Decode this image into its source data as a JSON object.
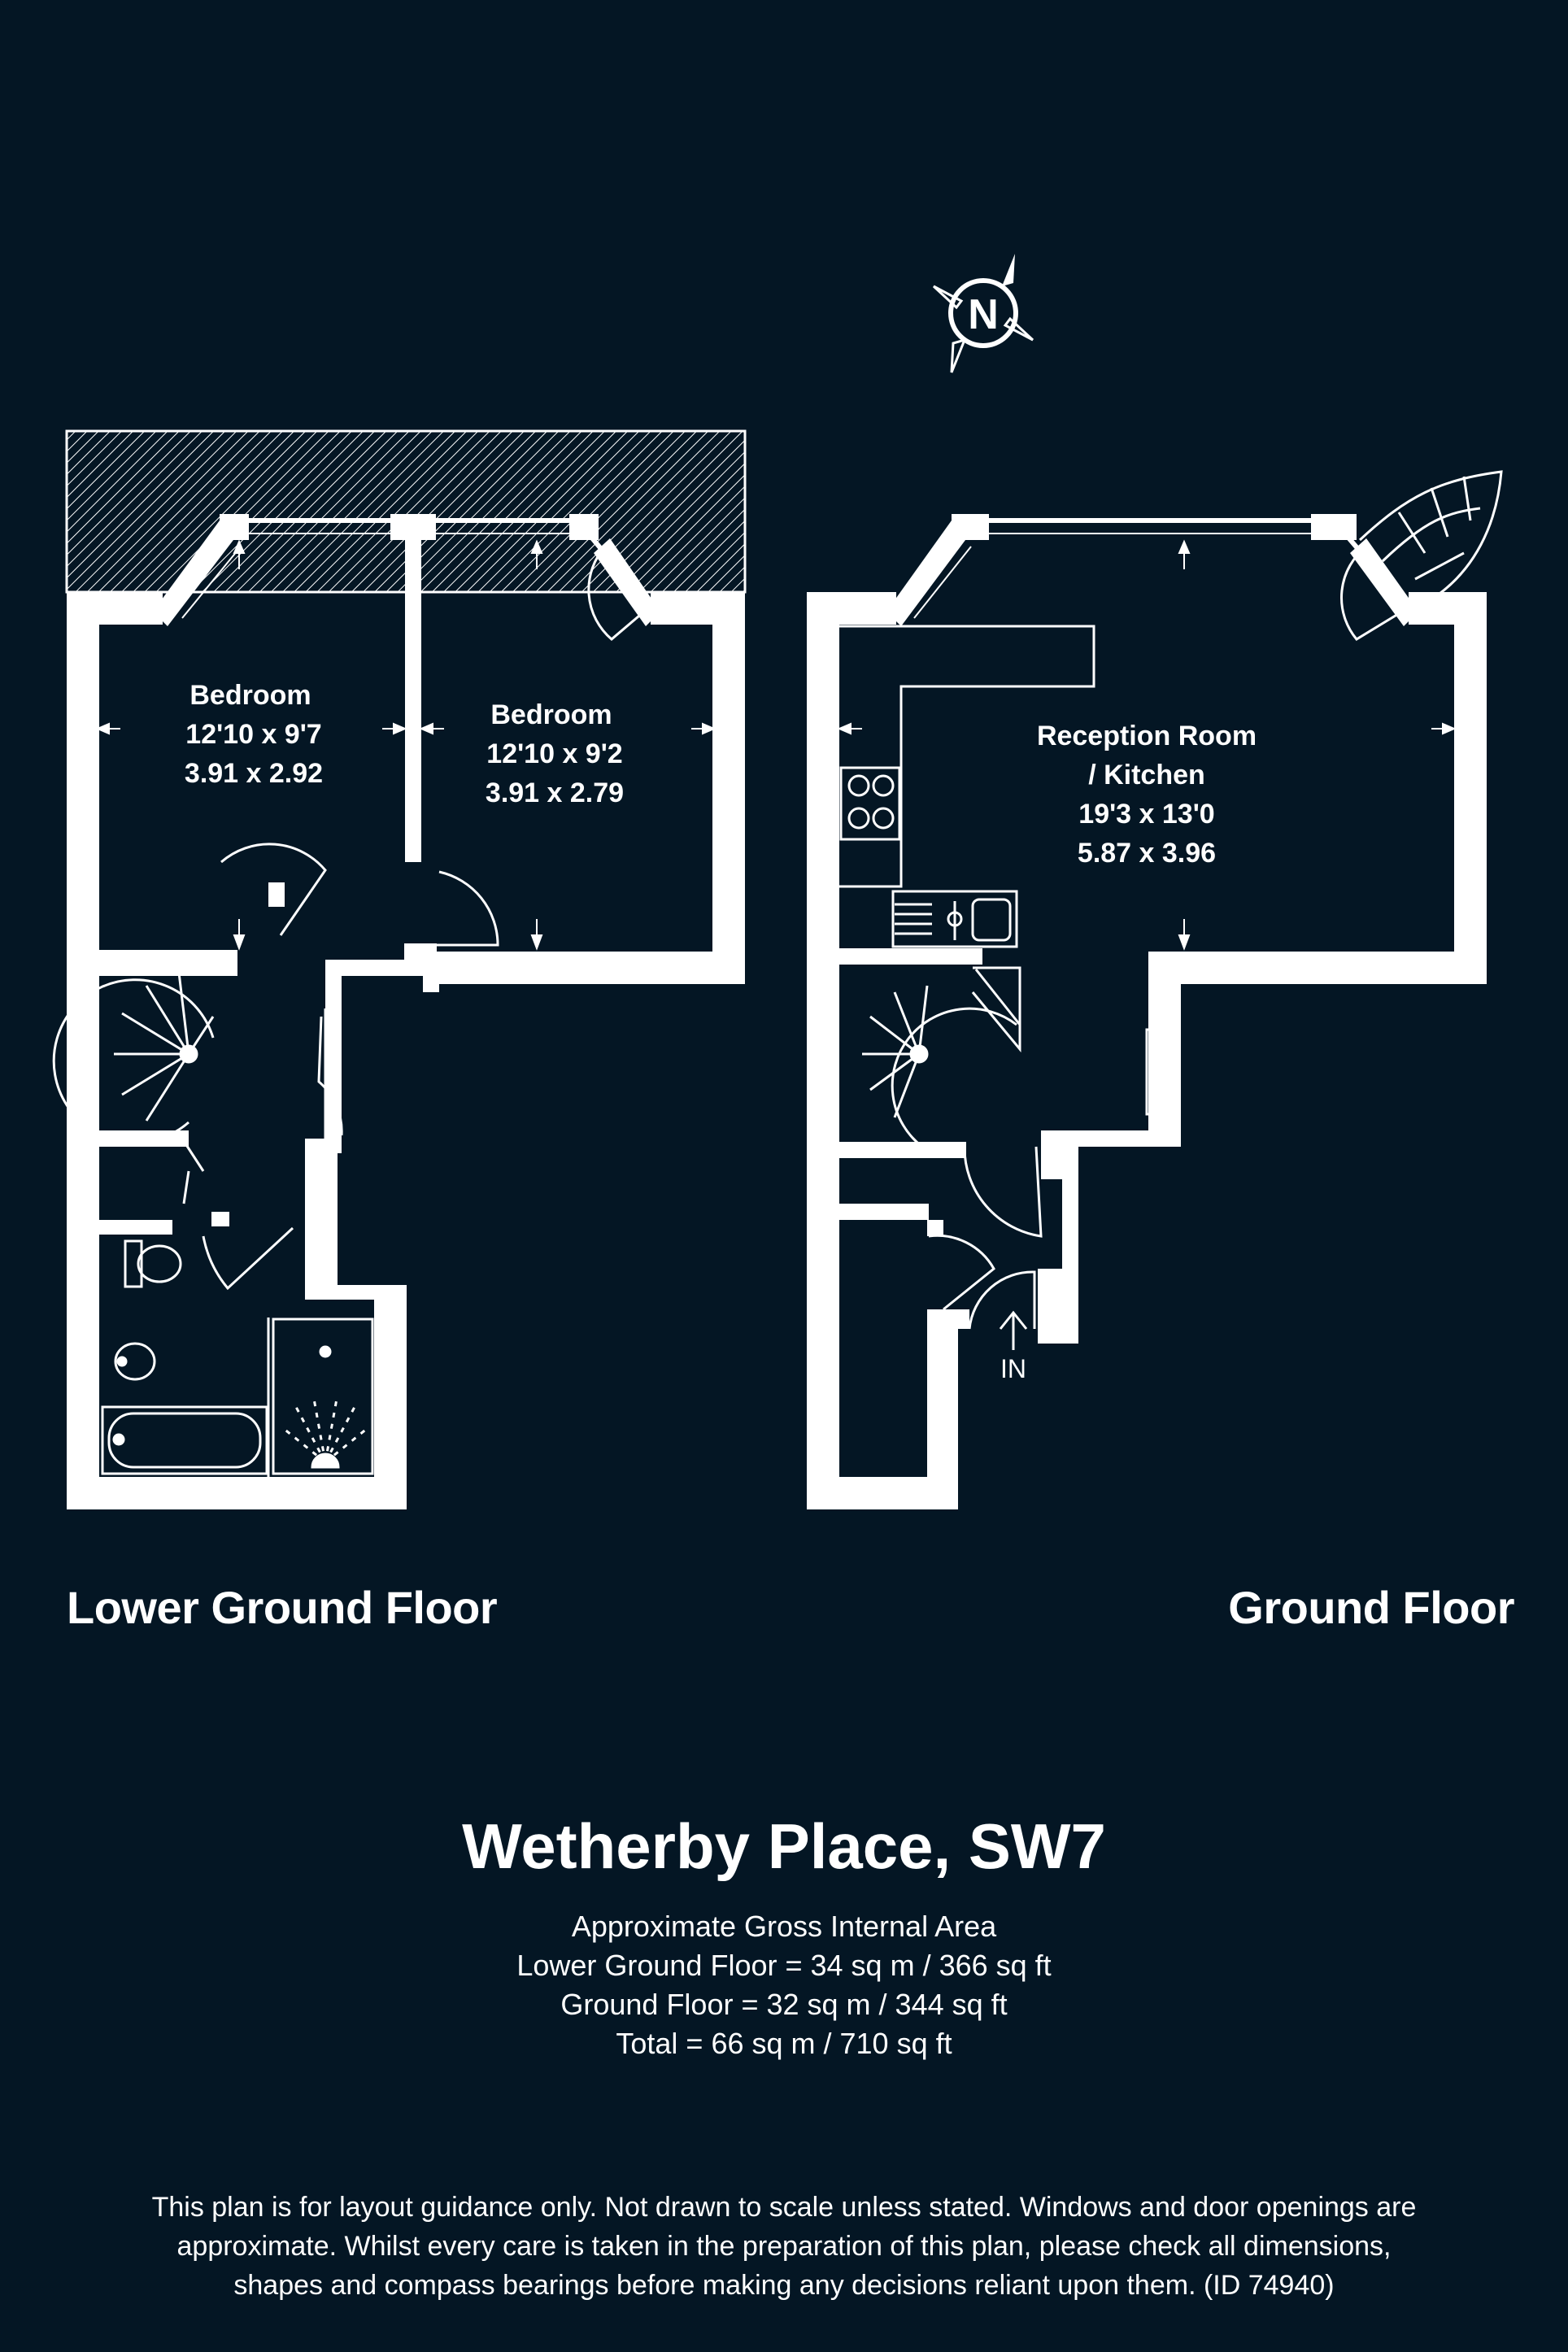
{
  "compass": {
    "letter": "N",
    "icon": "compass-icon"
  },
  "lower_ground": {
    "floor_label": "Lower Ground Floor",
    "rooms": [
      {
        "name": "Bedroom",
        "imperial": "12'10 x 9'7",
        "metric": "3.91 x 2.92"
      },
      {
        "name": "Bedroom",
        "imperial": "12'10 x 9'2",
        "metric": "3.91 x 2.79"
      }
    ]
  },
  "ground": {
    "floor_label": "Ground Floor",
    "room": {
      "name_line1": "Reception Room",
      "name_line2": "/ Kitchen",
      "imperial": "19'3 x 13'0",
      "metric": "5.87 x 3.96"
    },
    "entrance": "IN"
  },
  "title": "Wetherby Place, SW7",
  "areas": {
    "heading": "Approximate Gross Internal Area",
    "lower": "Lower Ground Floor = 34 sq m / 366 sq ft",
    "ground": "Ground Floor = 32 sq m / 344 sq ft",
    "total": "Total = 66 sq m / 710 sq ft"
  },
  "disclaimer": {
    "line1": "This plan is for layout guidance only. Not drawn to scale unless stated. Windows and door openings are",
    "line2": "approximate. Whilst every care is taken in the preparation of this plan, please check all dimensions,",
    "line3": "shapes and compass bearings before making any decisions reliant upon them. (ID 74940)"
  },
  "colors": {
    "background": "#041624",
    "walls": "#ffffff"
  }
}
